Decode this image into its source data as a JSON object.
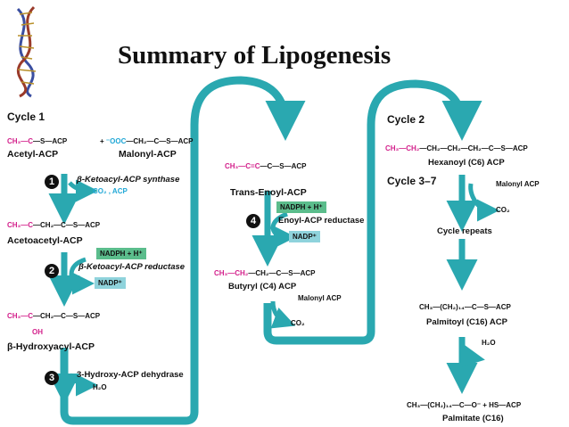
{
  "title": "Summary of Lipogenesis",
  "cycles": {
    "cycle1": "Cycle 1",
    "cycle2": "Cycle 2",
    "cycle3_7": "Cycle 3–7"
  },
  "molecules": {
    "acetyl": "Acetyl-ACP",
    "malonyl": "Malonyl-ACP",
    "acetoacetyl": "Acetoacetyl-ACP",
    "hydroxyacyl": "β-Hydroxyacyl-ACP",
    "trans_enoyl": "Trans-Enoyl-ACP",
    "butyryl": "Butyryl (C4) ACP",
    "hexanoyl": "Hexanoyl (C6) ACP",
    "palmitoyl": "Palmitoyl (C16) ACP",
    "palmitate": "Palmitate (C16)"
  },
  "enzymes": {
    "synthase": "β-Ketoacyl-ACP synthase",
    "reductase": "β-Ketoacyl-ACP reductase",
    "dehydrase": "3-Hydroxy-ACP dehydrase",
    "enoyl_reductase": "Enoyl-ACP reductase"
  },
  "cofactors": {
    "nadph": "NADPH + H⁺",
    "nadp": "NADP⁺",
    "co2_acp": "CO₂ , ACP",
    "h2o": "H₂O",
    "malonyl_acp": "Malonyl ACP",
    "malonyl_acp2": "Malonyl ACP",
    "co2": "CO₂",
    "co2b": "CO₂",
    "cycle_repeats": "Cycle repeats"
  },
  "steps": [
    "1",
    "2",
    "3",
    "4"
  ],
  "colors": {
    "teal": "#2aa8b0",
    "magenta": "#d3208b",
    "cyan": "#1fa7d6",
    "green_badge": "#5bbd8c",
    "blue_badge": "#8fd3dc"
  },
  "icons": {
    "logo": "dna-helix-icon"
  }
}
